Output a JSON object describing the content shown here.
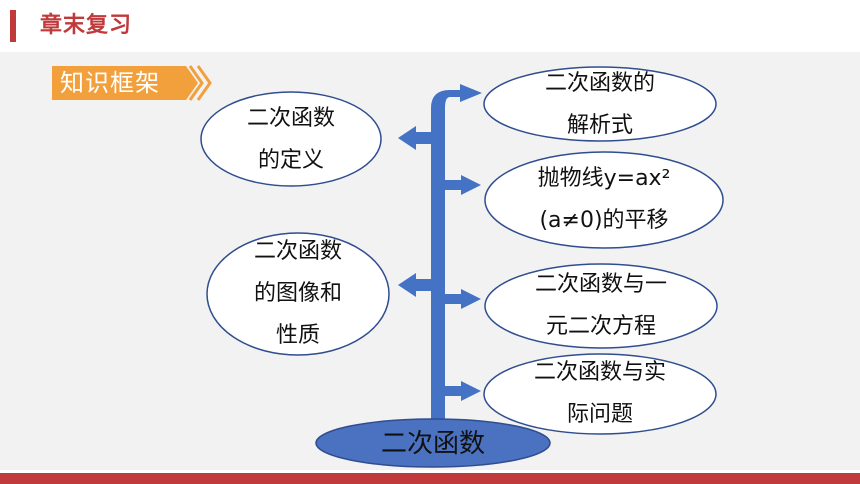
{
  "header": {
    "title": "章末复习"
  },
  "badge": {
    "label": "知识框架"
  },
  "colors": {
    "accent": "#c0393b",
    "badge_fill": "#f2a03c",
    "trunk": "#4472c4",
    "node_border": "#2f4d8f",
    "root_fill": "#4a72c0"
  },
  "diagram": {
    "root": "二次函数",
    "left_nodes": [
      {
        "text": "二次函数\n的定义"
      },
      {
        "text": "二次函数\n的图像和\n性质"
      }
    ],
    "right_nodes": [
      {
        "text": "二次函数的\n解析式"
      },
      {
        "text": "抛物线y=ax²\n(a≠0)的平移"
      },
      {
        "text": "二次函数与一\n元二次方程"
      },
      {
        "text": "二次函数与实\n际问题"
      }
    ]
  }
}
